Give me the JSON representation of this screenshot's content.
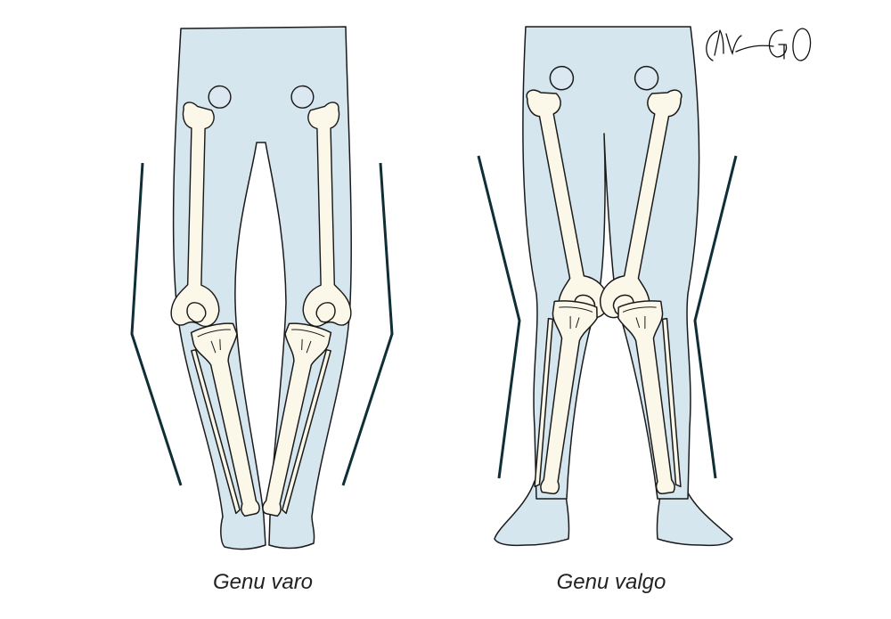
{
  "labels": {
    "varus": "Genu varo",
    "valgus": "Genu valgo"
  },
  "signature": "MGO",
  "colors": {
    "skin": "#d6e6ef",
    "bone": "#fcf8e9",
    "outline": "#1a1a1a",
    "alignment_line": "#0f2e36"
  }
}
